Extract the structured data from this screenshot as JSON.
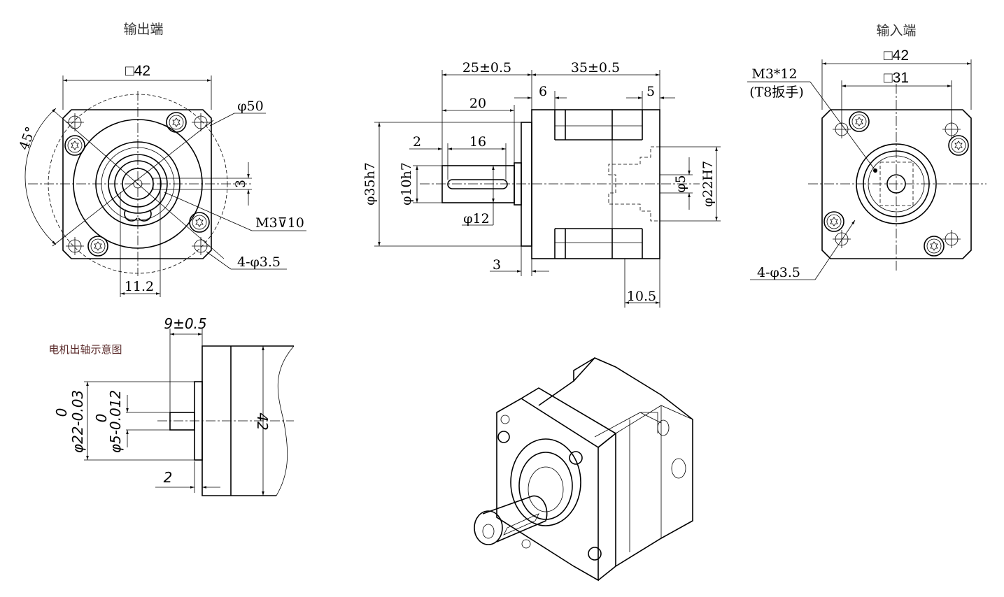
{
  "output_view": {
    "title": "输出端",
    "dim_square": "□42",
    "dim_pcd": "φ50",
    "dim_thread": "M3⊽10",
    "dim_holes": "4-φ3.5",
    "dim_key": "11.2",
    "dim_keywidth": "3",
    "dim_angle": "45°"
  },
  "side_view": {
    "dim_25": "25±0.5",
    "dim_35": "35±0.5",
    "dim_6": "6",
    "dim_5": "5",
    "dim_20": "20",
    "dim_2": "2",
    "dim_16": "16",
    "dim_phi12": "φ12",
    "dim_3": "3",
    "dim_10_5": "10.5",
    "dim_phi35": "φ35h7",
    "dim_phi10": "φ10h7",
    "dim_phi5": "φ5",
    "dim_phi22": "φ22H7"
  },
  "input_view": {
    "title": "输入端",
    "dim_square42": "□42",
    "dim_square31": "□31",
    "screw_spec": "M3*12",
    "screw_tool": "(T8扳手)",
    "dim_holes": "4-φ3.5"
  },
  "motor_shaft": {
    "title": "电机出轴示意图",
    "dim_length": "9±0.5",
    "dim_phi22": "φ22-0.03",
    "dim_phi22_upper": "0",
    "dim_phi5": "φ5-0.012",
    "dim_phi5_upper": "0",
    "dim_2": "2",
    "dim_42": "42"
  }
}
